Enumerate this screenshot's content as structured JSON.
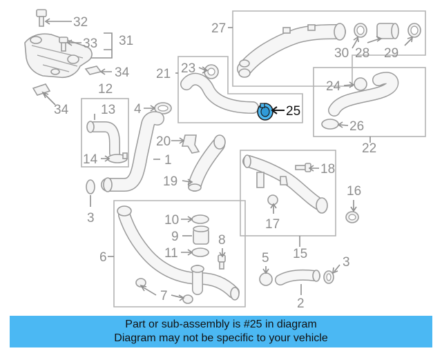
{
  "callouts": [
    "32",
    "33",
    "31",
    "34",
    "12",
    "34",
    "13",
    "4",
    "14",
    "1",
    "3",
    "20",
    "19",
    "21",
    "23",
    "27",
    "30",
    "28",
    "29",
    "24",
    "26",
    "22",
    "18",
    "16",
    "17",
    "15",
    "10",
    "9",
    "11",
    "8",
    "6",
    "7",
    "5",
    "3",
    "2",
    "25"
  ],
  "highlight": {
    "number": "25",
    "color": "#4bb8f3"
  },
  "caption": {
    "line1": "Part or sub-assembly is #25 in diagram",
    "line2": "Diagram may not be specific to your vehicle"
  },
  "colors": {
    "caption_bg": "#4bb8f3",
    "line_art": "#9a9a9a",
    "label": "#8e8e8e"
  }
}
